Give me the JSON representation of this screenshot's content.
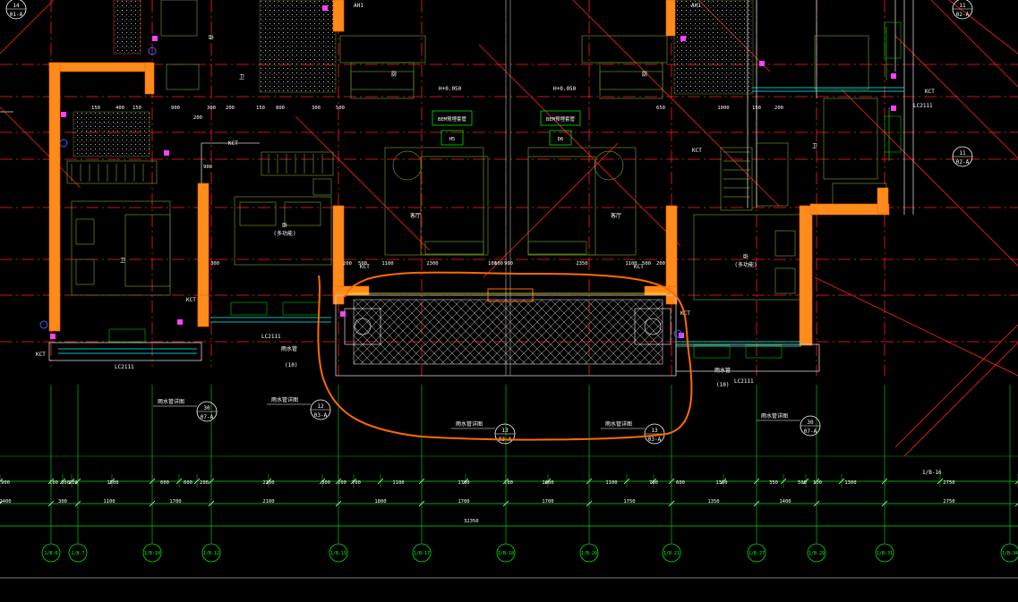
{
  "colors": {
    "background": "#000000",
    "wall_fill": "#ff8c1a",
    "axis_line": "#ff0000",
    "dimension_line": "#00ff00",
    "furniture": "#6b8e23",
    "window_line": "#00ffff",
    "hatch": "#ffffff",
    "annotation_stroke": "#ff6a00",
    "text": "#ffffff"
  },
  "rooms": [
    {
      "name": "卫",
      "sub": ""
    },
    {
      "name": "卧",
      "sub": ""
    },
    {
      "name": "卧",
      "sub": "(多功能)"
    },
    {
      "name": "客厅",
      "sub": ""
    },
    {
      "name": "客厅",
      "sub": ""
    },
    {
      "name": "卧",
      "sub": "(多功能)"
    },
    {
      "name": "卫",
      "sub": ""
    },
    {
      "name": "卫",
      "sub": ""
    },
    {
      "name": "厨",
      "sub": ""
    },
    {
      "name": "厨",
      "sub": ""
    }
  ],
  "tags": [
    {
      "text": "BEM预埋套管",
      "sub": "H5"
    },
    {
      "text": "BEM预埋套管",
      "sub": "D6"
    }
  ],
  "callouts": [
    {
      "num": "14",
      "sheet": "01-A",
      "label": ""
    },
    {
      "num": "30",
      "sheet": "07-A",
      "label": "雨水管详图"
    },
    {
      "num": "12",
      "sheet": "03-A",
      "label": "雨水管详图"
    },
    {
      "num": "13",
      "sheet": "03-A",
      "label": "雨水管详图"
    },
    {
      "num": "13",
      "sheet": "03-A",
      "label": "雨水管详图"
    },
    {
      "num": "30",
      "sheet": "07-A",
      "label": "雨水管详图"
    },
    {
      "num": "11",
      "sheet": "02-A",
      "label": ""
    },
    {
      "num": "11",
      "sheet": "02-A",
      "label": ""
    }
  ],
  "window_labels": [
    "LC2111",
    "LC2111",
    "LC2111",
    "LC2111"
  ],
  "axis_bubbles": [
    "1/B-6",
    "1/B-7",
    "1/B-10",
    "1/B-12",
    "1/B-15",
    "1/B-17",
    "1/B-18",
    "1/B-20",
    "1/B-21",
    "1/B-27",
    "1/B-29",
    "1/B-31",
    "1/B-34"
  ],
  "dims_row1": [
    "900",
    "100",
    "300",
    "200",
    "1500",
    "600",
    "600",
    "200",
    "2100",
    "300",
    "200",
    "700",
    "1100",
    "1700",
    "100",
    "1600",
    "1100",
    "700",
    "600",
    "1350",
    "350",
    "500",
    "100",
    "1300",
    "2750"
  ],
  "dims_row2": [
    "2400",
    "300",
    "1100",
    "1700",
    "2100",
    "1800",
    "1700",
    "1700",
    "1750",
    "1350",
    "1400",
    "2750"
  ],
  "dims_total": "32350",
  "balcony_dims": [
    "200",
    "500",
    "1100",
    "2300",
    "100",
    "100",
    "900",
    "2350",
    "1100",
    "500",
    "200"
  ],
  "misc_labels": [
    "KCT",
    "KCT",
    "KCT",
    "KCT",
    "KCT",
    "KCT",
    "KCT",
    "AH1",
    "AH1",
    "KCT",
    "1/B-16",
    "雨水管",
    "(10)",
    "雨水管",
    "(10)",
    "H+0.050",
    "H+0.050"
  ],
  "small_dims": [
    "900",
    "300",
    "200",
    "150",
    "400",
    "150",
    "200",
    "150",
    "800",
    "300",
    "500",
    "650",
    "1000",
    "150",
    "200",
    "900",
    "300"
  ]
}
